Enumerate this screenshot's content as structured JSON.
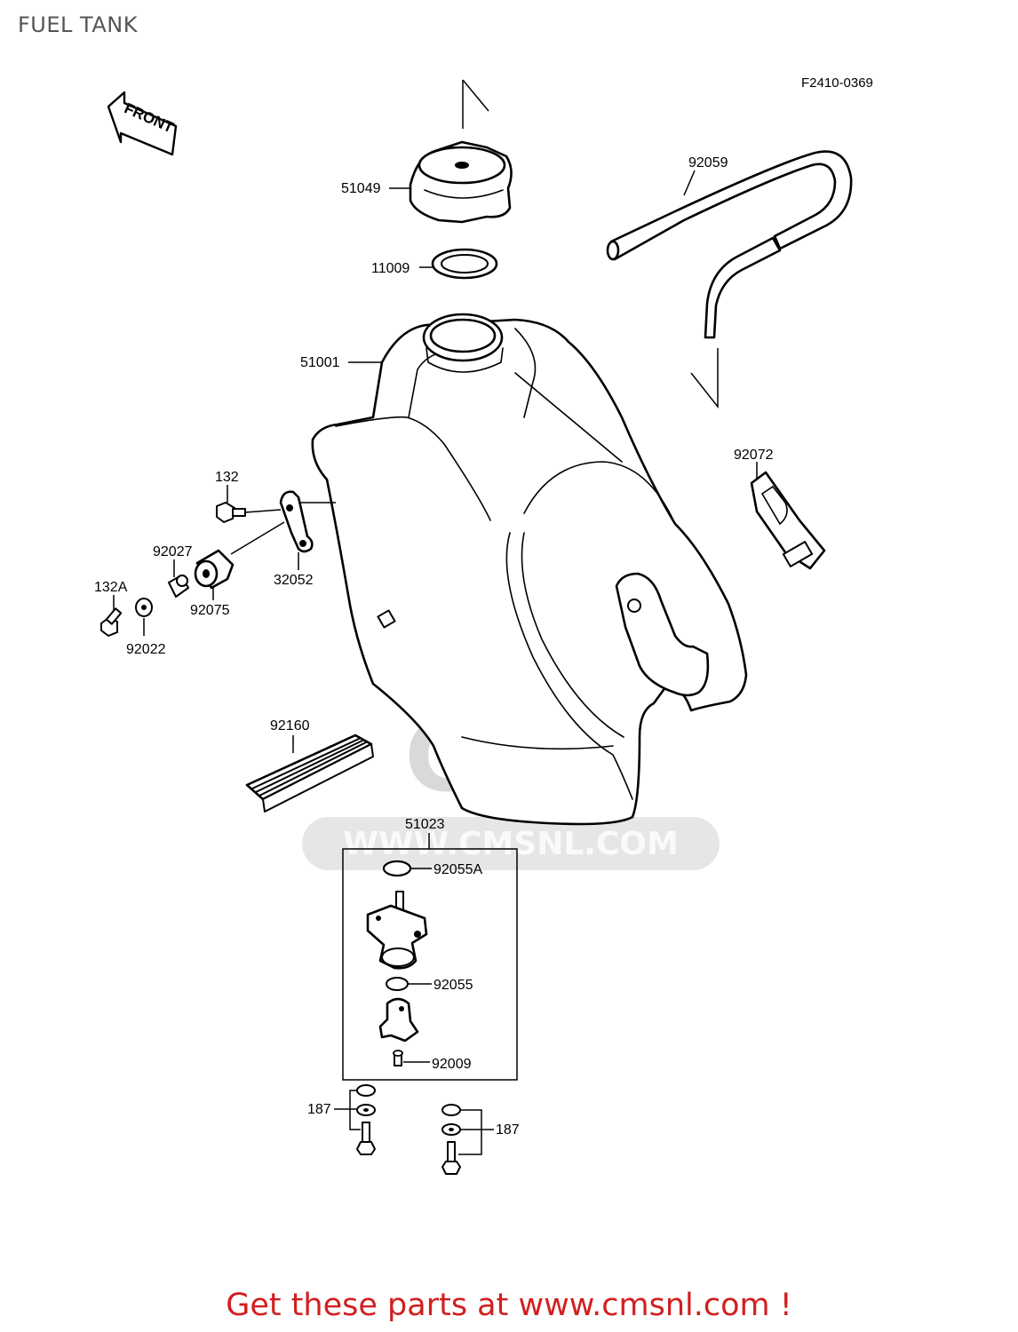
{
  "title": "FUEL TANK",
  "diagram_code": "F2410-0369",
  "front_label": "FRONT",
  "watermark": {
    "brand": "CMS",
    "url": "WWW.CMSNL.COM"
  },
  "parts": {
    "filler_cap": "51049",
    "cap_gasket": "11009",
    "tank": "51001",
    "breather_hose": "92059",
    "tank_band": "92072",
    "bolt_132": "132",
    "collar_92027": "92027",
    "bracket": "32052",
    "bolt_132a": "132A",
    "damper": "92075",
    "washer": "92022",
    "pad": "92160",
    "fuel_cock_assy": "51023",
    "oring_92055a": "92055A",
    "oring_92055": "92055",
    "screw_92009": "92009",
    "bolt_187_left": "187",
    "bolt_187_right": "187"
  },
  "footer": "Get these parts at www.cmsnl.com !"
}
